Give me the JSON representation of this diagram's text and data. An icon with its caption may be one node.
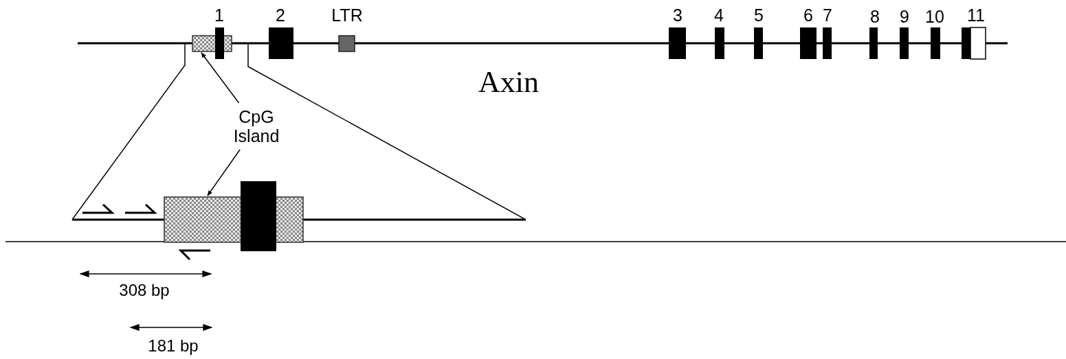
{
  "diagram": {
    "nodes": [
      {
        "text": [],
        "shape": "box"
      },
      {
        "text": [
          "CpG Island"
        ]
      },
      {
        "text": [],
        "shape": "box"
      },
      {
        "text": [],
        "shape": "box"
      }
    ],
    "edges": [
      {
        "from": 1,
        "to": 0,
        "arrow": "to"
      },
      {
        "from": 1,
        "to": 2,
        "arrow": "to"
      }
    ],
    "labels": [
      "1",
      "2",
      "LTR",
      "3",
      "4",
      "5",
      "6",
      "7",
      "8",
      "9",
      "10",
      "11",
      "Axin",
      "308 bp",
      "181 bp"
    ]
  }
}
